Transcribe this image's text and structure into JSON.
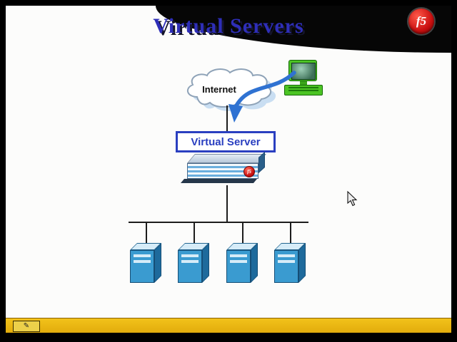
{
  "slide": {
    "title": "Virtual Servers",
    "logo_text": "f5"
  },
  "diagram": {
    "cloud_label": "Internet",
    "virtual_server_label": "Virtual Server",
    "appliance_badge": "f5",
    "server_count": 4
  },
  "icons": {
    "pencil": "✎"
  },
  "colors": {
    "title_blue": "#2e2eb8",
    "f5_red": "#c90f0f",
    "arrow_blue": "#2f72d2",
    "box_blue": "#2a3fc0",
    "server_blue": "#3a9bd0",
    "server_dark": "#1e6a9c",
    "server_light": "#d6ecf8",
    "taskbar_yellow": "#f2c21a",
    "line_color": "#1c1c1c"
  }
}
